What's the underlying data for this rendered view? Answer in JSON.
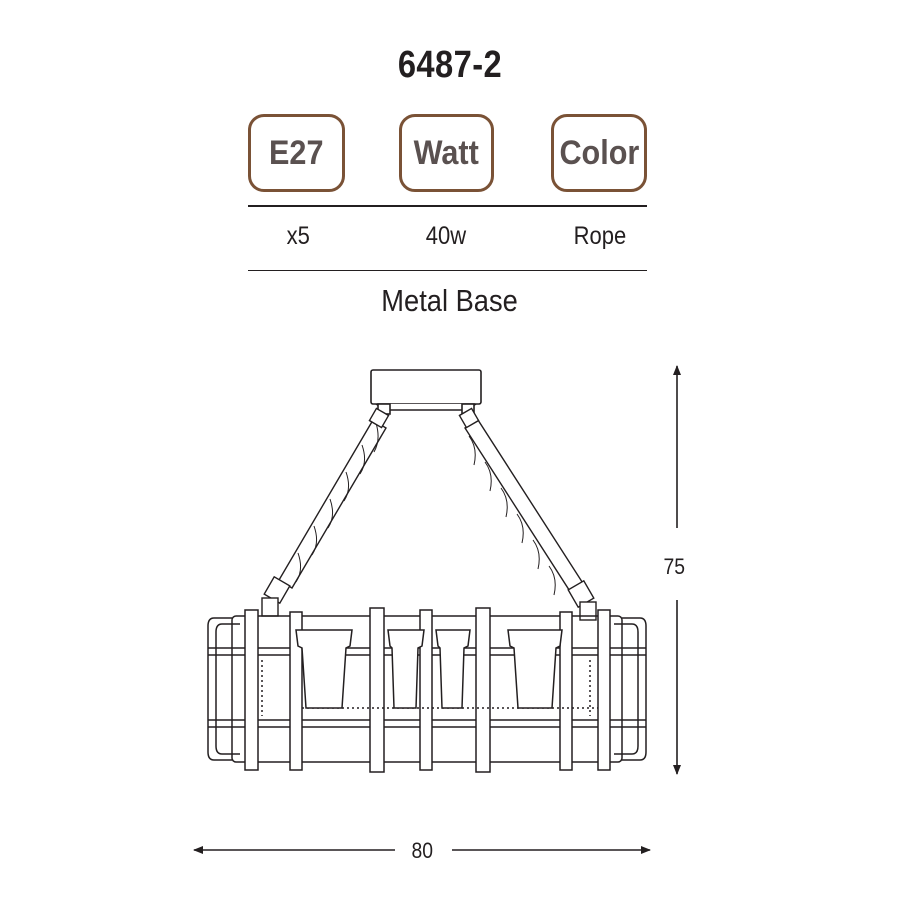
{
  "product": {
    "model": "6487-2",
    "material": "Metal Base"
  },
  "specs": {
    "socket": {
      "label": "E27",
      "value": "x5"
    },
    "watt": {
      "label": "Watt",
      "value": "40w"
    },
    "color": {
      "label": "Color",
      "value": "Rope"
    }
  },
  "dimensions": {
    "height": "75",
    "width": "80"
  },
  "colors": {
    "badge_border": "#7a5236",
    "badge_text": "#5a5150",
    "line": "#231f20"
  }
}
